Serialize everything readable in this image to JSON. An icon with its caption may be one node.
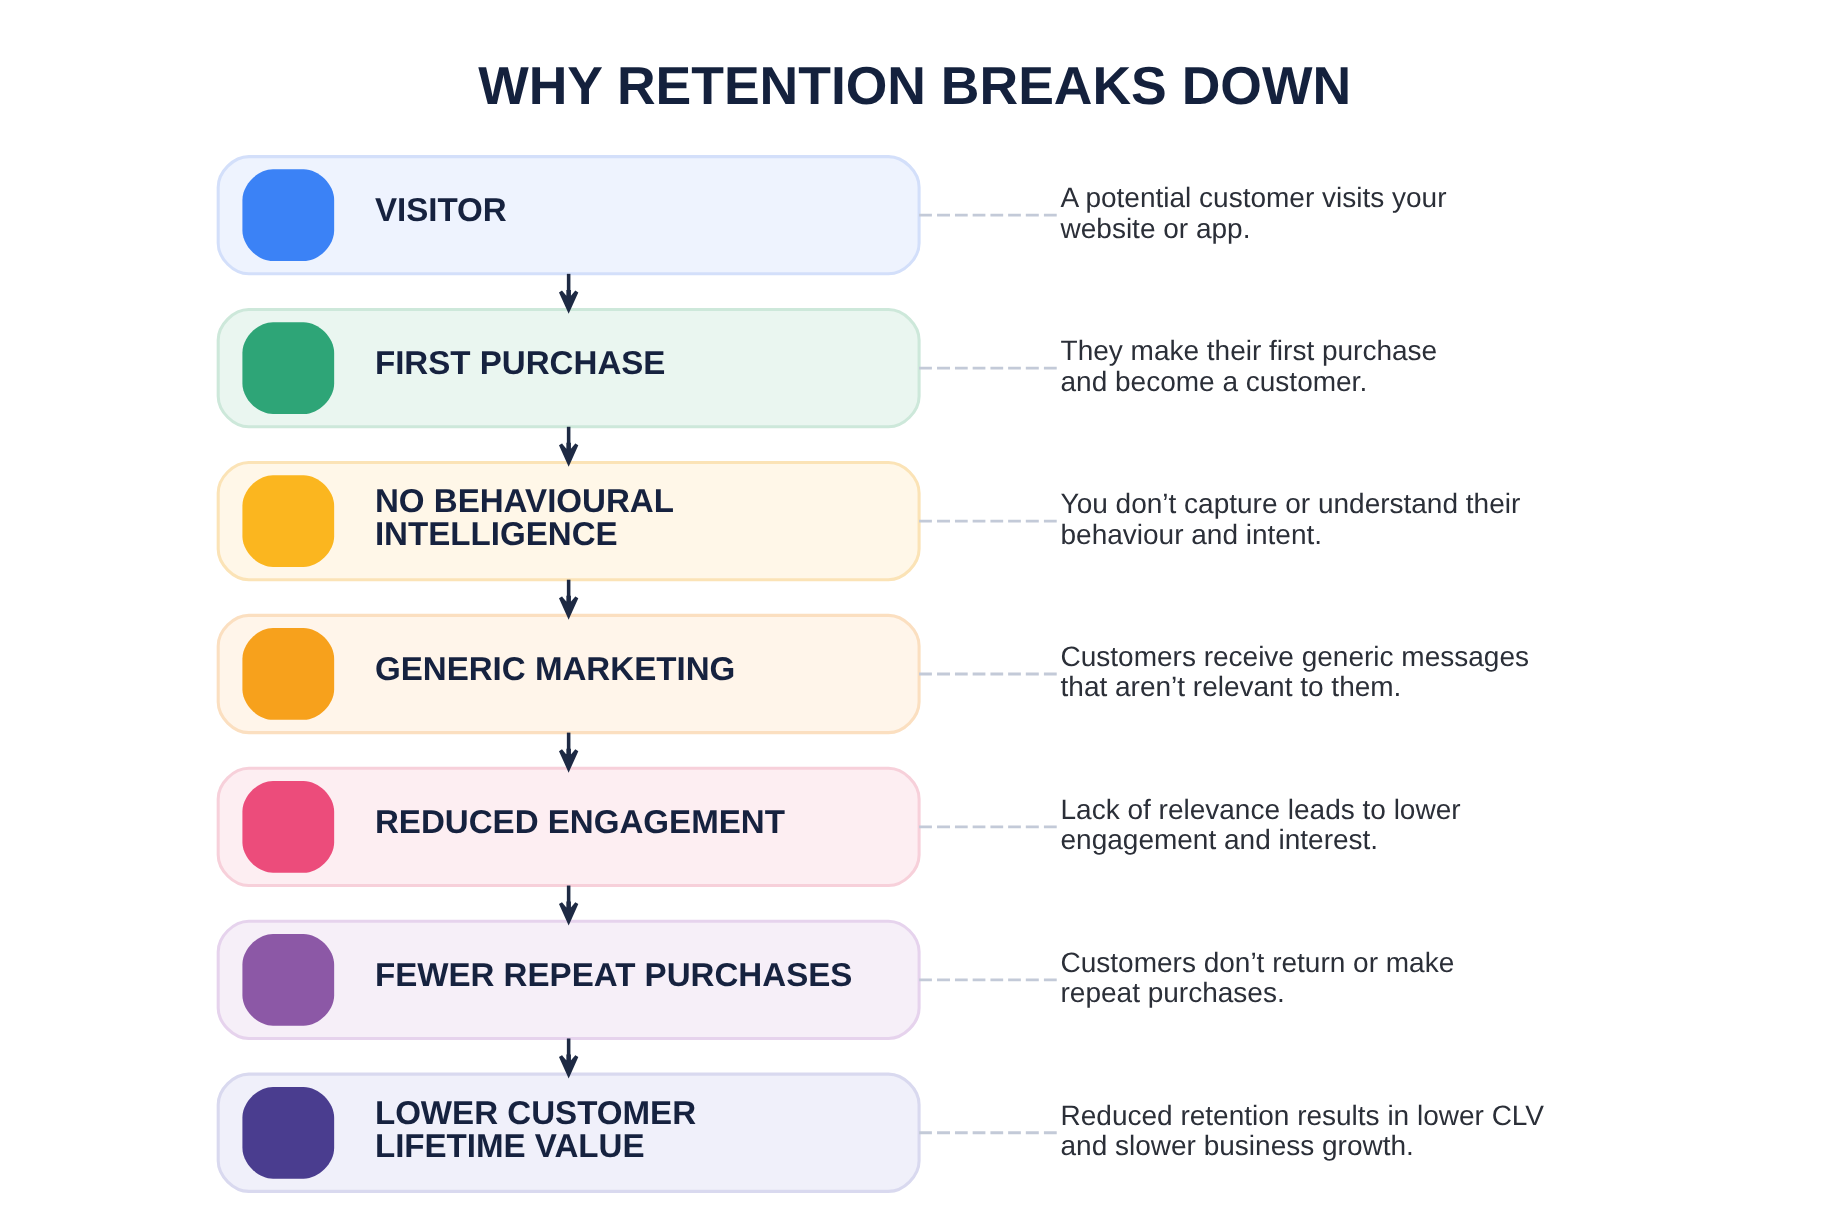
{
  "diagram": {
    "title": "WHY RETENTION BREAKS DOWN",
    "nodes": [
      {
        "text": [
          "VISITOR"
        ]
      },
      {
        "text": [
          "A potential customer visits your website or app."
        ]
      },
      {
        "text": [
          "FIRST PURCHASE"
        ]
      },
      {
        "text": [
          "They make their first purchase and become a customer."
        ]
      },
      {
        "text": [
          "NO BEHAVIOURAL INTELLIGENCE"
        ]
      },
      {
        "text": [
          "You don’t capture or understand their behaviour and intent."
        ]
      },
      {
        "text": [
          "GENERIC MARKETING"
        ]
      },
      {
        "text": [
          "Customers receive generic messages that aren’t relevant to them."
        ]
      },
      {
        "text": [
          "REDUCED ENGAGEMENT"
        ]
      },
      {
        "text": [
          "Lack of relevance leads to lower engagement and interest."
        ]
      },
      {
        "text": [
          "FEWER REPEAT PURCHASES"
        ]
      },
      {
        "text": [
          "Customers don’t return or make repeat purchases."
        ]
      },
      {
        "text": [
          "LOWER CUSTOMER LIFETIME VALUE"
        ]
      },
      {
        "text": [
          "Reduced retention results in lower CLV and slower business growth."
        ]
      }
    ],
    "edges": [
      {
        "from": 0,
        "to": 2,
        "arrow": "to",
        "color": "#1e2a44"
      },
      {
        "from": 2,
        "to": 4,
        "arrow": "to",
        "color": "#1e2a44"
      },
      {
        "from": 4,
        "to": 6,
        "arrow": "to",
        "color": "#1e2a44"
      },
      {
        "from": 6,
        "to": 8,
        "arrow": "to",
        "color": "#1e2a44"
      },
      {
        "from": 8,
        "to": 10,
        "arrow": "to",
        "color": "#1e2a44"
      },
      {
        "from": 10,
        "to": 12,
        "arrow": "to",
        "color": "#1e2a44"
      },
      {
        "from": 0,
        "to": 1,
        "arrow": "none",
        "style": "dashed"
      },
      {
        "from": 2,
        "to": 3,
        "arrow": "none",
        "style": "dashed"
      },
      {
        "from": 4,
        "to": 5,
        "arrow": "none",
        "style": "dashed"
      },
      {
        "from": 6,
        "to": 7,
        "arrow": "none",
        "style": "dashed"
      },
      {
        "from": 8,
        "to": 9,
        "arrow": "none",
        "style": "dashed"
      },
      {
        "from": 10,
        "to": 11,
        "arrow": "none",
        "style": "dashed"
      },
      {
        "from": 12,
        "to": 13,
        "arrow": "none",
        "style": "dashed"
      }
    ]
  }
}
